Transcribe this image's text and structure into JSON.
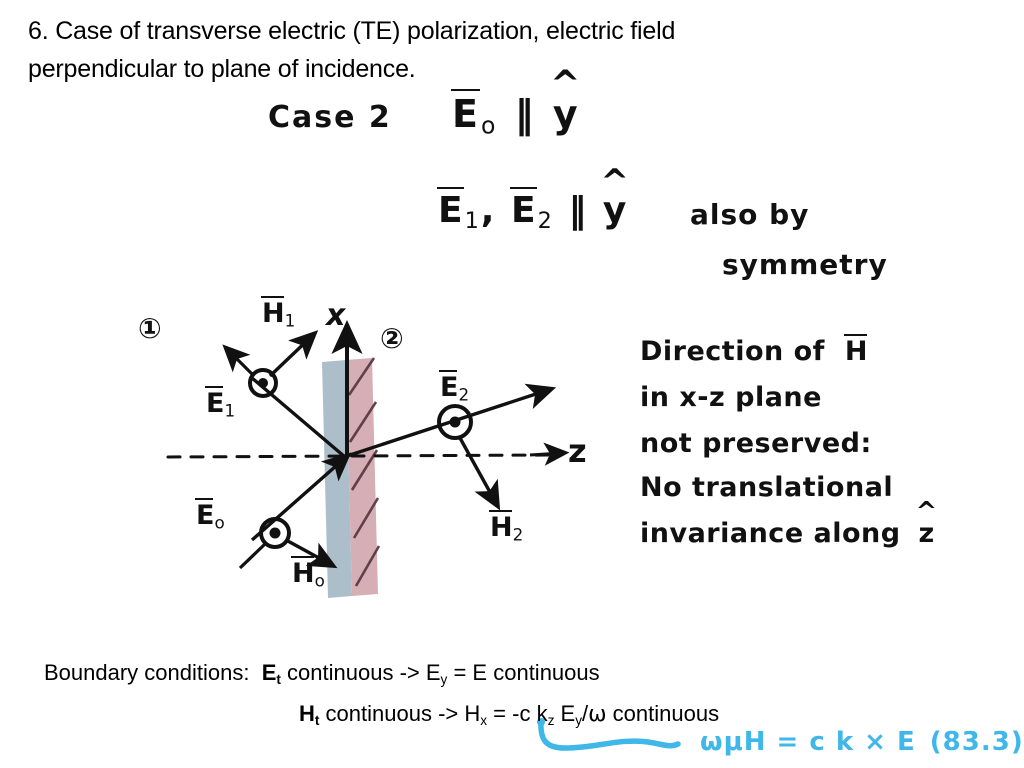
{
  "slide": {
    "title_lines": [
      "6.  Case of transverse electric (TE) polarization, electric field",
      "perpendicular to plane of incidence."
    ]
  },
  "handwriting": {
    "case_label": "Case 2",
    "e0_parallel": {
      "vector": "E",
      "sub": "o",
      "parallel": "‖",
      "unit": "y"
    },
    "e12_parallel": {
      "v1": "E",
      "s1": "1",
      "comma": ",",
      "v2": "E",
      "s2": "2",
      "parallel": "‖",
      "unit": "y"
    },
    "also_by": "also by",
    "symmetry": "symmetry",
    "right_notes": [
      "Direction of",
      "in  x-z  plane",
      "not preserved:",
      "No translational",
      "invariance along"
    ],
    "right_note_H": "H",
    "right_note_zhat": "z"
  },
  "diagram": {
    "region_1": "①",
    "region_2": "②",
    "axis_x": "x",
    "axis_z": "z",
    "labels": {
      "H1": {
        "base": "H",
        "sub": "1"
      },
      "E1": {
        "base": "E",
        "sub": "1"
      },
      "E0": {
        "base": "E",
        "sub": "o"
      },
      "H0": {
        "base": "H",
        "sub": "o"
      },
      "E2": {
        "base": "E",
        "sub": "2"
      },
      "H2": {
        "base": "H",
        "sub": "2"
      }
    },
    "colors": {
      "slab_blue": "#a9bac8",
      "slab_pink": "#d3aab2",
      "hatch": "#5a3a44",
      "ink": "#111111"
    }
  },
  "boundary_conditions": {
    "label": "Boundary conditions:",
    "line1": {
      "field": "E",
      "field_sub": "t",
      "text_a": " continuous -> E",
      "sub_y": "y",
      "text_b": " = E continuous"
    },
    "line2": {
      "field": "H",
      "field_sub": "t",
      "text_a": " continuous -> H",
      "sub_x": "x",
      "text_b": " = -c k",
      "sub_z": "z",
      "text_c": " E",
      "sub_y": "y",
      "text_d": "/",
      "omega": "ω",
      "text_e": " continuous"
    }
  },
  "annotation": {
    "equation": "ωμH = c k × E",
    "equation_number": "(83.3)",
    "ink_color": "#3FB7E8"
  }
}
